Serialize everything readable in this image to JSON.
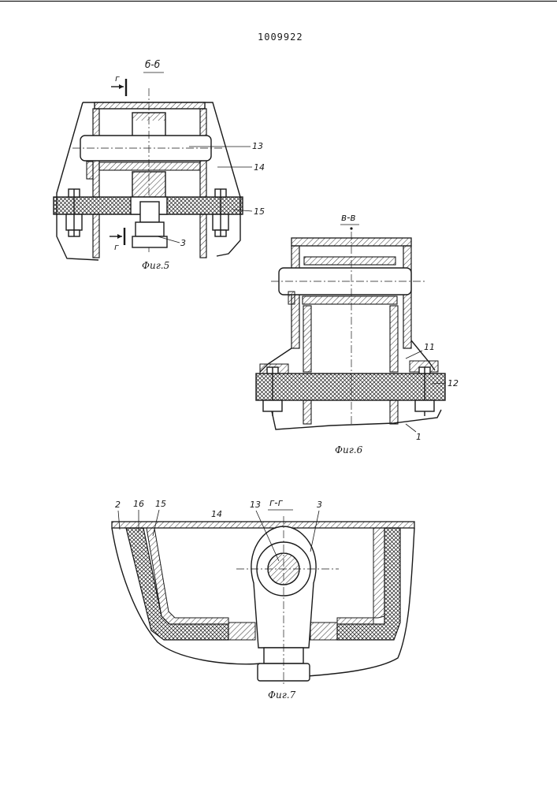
{
  "patent_number": "1009922",
  "figures": [
    {
      "id": "fig5",
      "caption": "Фиг.5",
      "section": "б-б",
      "cut_mark": "г",
      "labels": [
        "13",
        "14",
        "15",
        "3"
      ]
    },
    {
      "id": "fig6",
      "caption": "Фиг.6",
      "section": "в-в",
      "labels": [
        "11",
        "12",
        "1"
      ]
    },
    {
      "id": "fig7",
      "caption": "Фиг.7",
      "section": "г-г",
      "labels": [
        "2",
        "16",
        "15",
        "14",
        "13",
        "3"
      ]
    }
  ]
}
